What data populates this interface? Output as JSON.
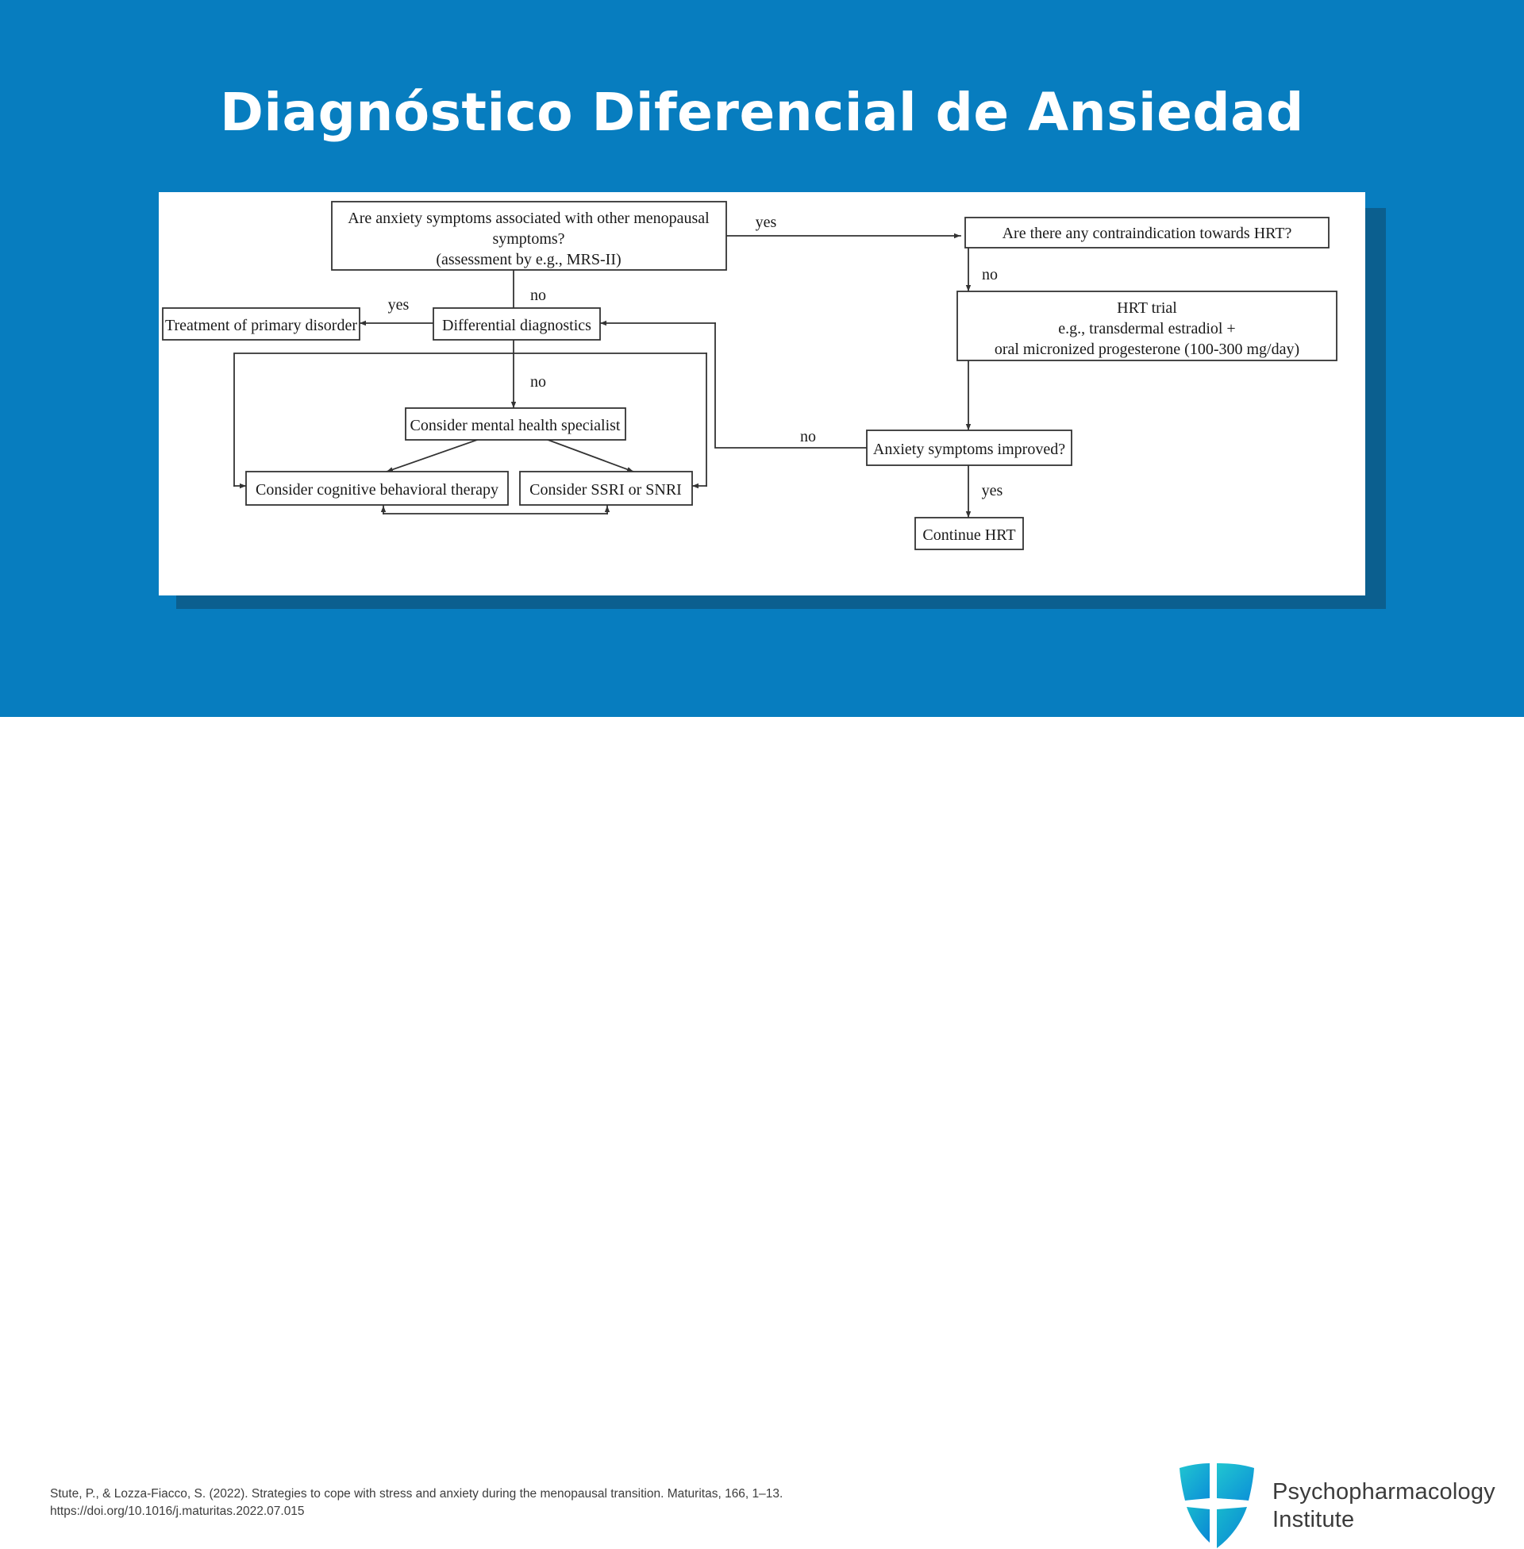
{
  "slide": {
    "title": "Diagnóstico Diferencial de Ansiedad",
    "background_color": "#077dbf",
    "title_color": "#ffffff",
    "panel_background": "#ffffff",
    "panel_shadow_color": "#0b5f8f"
  },
  "flowchart": {
    "type": "flowchart",
    "nodes": {
      "n1": "Are anxiety symptoms associated with other menopausal symptoms?\n(assessment by e.g., MRS-II)",
      "n1_line1": "Are anxiety symptoms associated with other menopausal",
      "n1_line2": "symptoms?",
      "n1_line3": "(assessment by e.g., MRS-II)",
      "n2": "Are there any contraindication towards HRT?",
      "n3_line1": "HRT trial",
      "n3_line2": "e.g., transdermal estradiol +",
      "n3_line3": "oral micronized progesterone (100-300 mg/day)",
      "n4": "Anxiety symptoms improved?",
      "n5": "Continue HRT",
      "n6": "Differential diagnostics",
      "n7": "Treatment of primary disorder",
      "n8": "Consider mental health specialist",
      "n9": "Consider cognitive behavioral therapy",
      "n10": "Consider SSRI or SNRI"
    },
    "edge_labels": {
      "e1_yes": "yes",
      "e2_no": "no",
      "e3_no": "no",
      "e4_yes": "yes",
      "e5_no": "no",
      "e6_no": "no",
      "e7_yes": "yes"
    },
    "stroke_color": "#333333",
    "node_fill": "#ffffff"
  },
  "citation": {
    "line1": "Stute, P., & Lozza-Fiacco, S. (2022). Strategies to cope with stress and anxiety during the menopausal transition. Maturitas, 166, 1–13.",
    "line2": "https://doi.org/10.1016/j.maturitas.2022.07.015"
  },
  "logo": {
    "name_line1": "Psychopharmacology",
    "name_line2": "Institute",
    "icon": "shield-cross-icon",
    "gradient_start": "#1ec8cf",
    "gradient_end": "#0a90d9"
  }
}
